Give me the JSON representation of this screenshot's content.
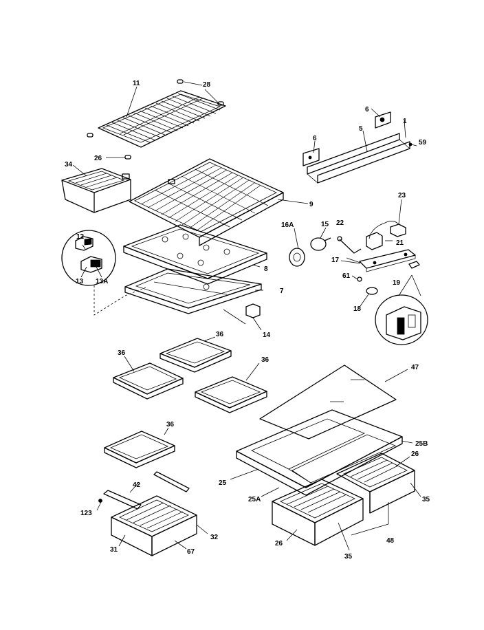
{
  "labels": [
    {
      "key": "l11",
      "text": "11"
    },
    {
      "key": "l28a",
      "text": "28"
    },
    {
      "key": "l26a",
      "text": "26"
    },
    {
      "key": "l34",
      "text": "34"
    },
    {
      "key": "l6a",
      "text": "6"
    },
    {
      "key": "l5",
      "text": "5"
    },
    {
      "key": "l1",
      "text": "1"
    },
    {
      "key": "l59",
      "text": "59"
    },
    {
      "key": "l6b",
      "text": "6"
    },
    {
      "key": "l9",
      "text": "9"
    },
    {
      "key": "l23",
      "text": "23"
    },
    {
      "key": "l12",
      "text": "12"
    },
    {
      "key": "l13",
      "text": "13"
    },
    {
      "key": "l13a",
      "text": "13A"
    },
    {
      "key": "l16a",
      "text": "16A"
    },
    {
      "key": "l15",
      "text": "15"
    },
    {
      "key": "l22",
      "text": "22"
    },
    {
      "key": "l21",
      "text": "21"
    },
    {
      "key": "l8",
      "text": "8"
    },
    {
      "key": "l17",
      "text": "17"
    },
    {
      "key": "l61",
      "text": "61"
    },
    {
      "key": "l19",
      "text": "19"
    },
    {
      "key": "l7",
      "text": "7"
    },
    {
      "key": "l18",
      "text": "18"
    },
    {
      "key": "l14",
      "text": "14"
    },
    {
      "key": "l36a",
      "text": "36"
    },
    {
      "key": "l36b",
      "text": "36"
    },
    {
      "key": "l36c",
      "text": "36"
    },
    {
      "key": "l36d",
      "text": "36"
    },
    {
      "key": "l47",
      "text": "47"
    },
    {
      "key": "l25b",
      "text": "25B"
    },
    {
      "key": "l26b",
      "text": "26"
    },
    {
      "key": "l25",
      "text": "25"
    },
    {
      "key": "l42",
      "text": "42"
    },
    {
      "key": "l25a",
      "text": "25A"
    },
    {
      "key": "l35a",
      "text": "35"
    },
    {
      "key": "l123",
      "text": "123"
    },
    {
      "key": "l32",
      "text": "32"
    },
    {
      "key": "l31",
      "text": "31"
    },
    {
      "key": "l67",
      "text": "67"
    },
    {
      "key": "l26c",
      "text": "26"
    },
    {
      "key": "l48",
      "text": "48"
    },
    {
      "key": "l35b",
      "text": "35"
    }
  ]
}
